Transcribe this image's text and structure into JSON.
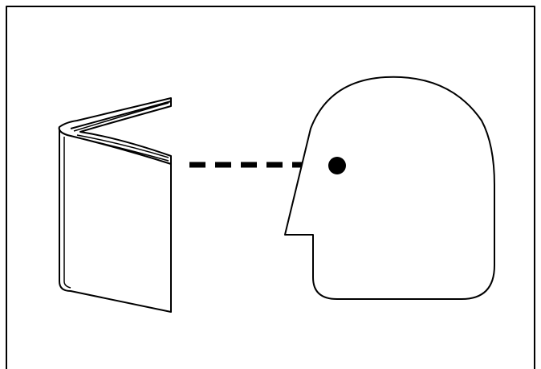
{
  "illustration": {
    "subject": "",
    "colors": {
      "stroke": "#000000",
      "background": "#ffffff"
    },
    "elements": {
      "border": "frame-border",
      "book": "open-book",
      "gaze": "dashed-line-of-sight",
      "eye": "eye-dot",
      "head": "head-profile"
    }
  }
}
